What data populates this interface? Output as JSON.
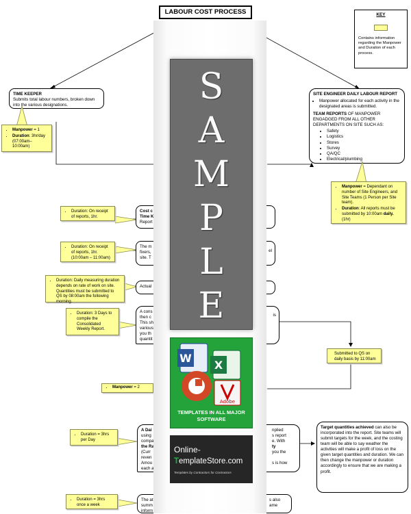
{
  "title": "LABOUR COST PROCESS",
  "key": {
    "heading": "KEY",
    "description": "Contains information regarding the Manpower and Duration of each process."
  },
  "time_keeper": {
    "heading": "TIME KEEPER",
    "text": "Submits total labour numbers, broken down into the various designations."
  },
  "tk_note": {
    "manpower_label": "Manpower",
    "manpower_value": " = 1",
    "duration_label": "Duration",
    "duration_value": ": 3hr/day (07:00am–10:00am)"
  },
  "site_engineer": {
    "heading": "SITE ENGINEER DAILY LABOUR REPORT",
    "bullet": "Manpower allocated for each activity in the designated areas is submitted.",
    "team_label": "TEAM REPORTS",
    "team_text": " OF MANPOWER ENGADGED FROM ALL OTHER DEPARTMENTS ON SITE SUCH AS:",
    "departments": [
      "Safety",
      "Logistics",
      "Stores",
      "Survey",
      "QA/QC",
      "Electrical/plumbing"
    ]
  },
  "se_note": {
    "manpower_label": "Manpower",
    "manpower_value": " = Dependant on number of Site Engineers, and Site Teams (1 Person per Site team).",
    "duration_label": "Duration",
    "duration_value": ": All reports must be submitted by 10:00am ",
    "daily": "daily.",
    "duration_tail": " (1hr)"
  },
  "notes": {
    "n1": "Duration: On receipt of reports, 1hr.",
    "n2": "Duration: On receipt of reports, 1hr. (10:00am – 11:00am)",
    "n3": "Duration: Daily measuring duration depends on rate of work on site. Quantities must be submitted to QS by 08:00am the following morning.",
    "n4": "Duration: 3 Days to compile the Consolidated Weekly Report.",
    "n5_label": "Manpower",
    "n5_value": " = 2",
    "n6": "Duration = 3hrs per Day",
    "n7": "Duration = 3hrs once a week",
    "submitted": "Submitted to QS on daily basis by 11:00am"
  },
  "partial": {
    "p1_a": "Cost c",
    "p1_b": "Time K",
    "p1_c": "Report",
    "p2_a": "The m",
    "p2_b": "fixers,",
    "p2_c": "site. T",
    "p2_r1": "el",
    "p3": "Actual",
    "p4_a": "A cons",
    "p4_b": "then c",
    "p4_c": "This sh",
    "p4_d": "various",
    "p4_e": "you th",
    "p4_f": "quantit",
    "p4_r1": "is",
    "p5_a": "A Dai",
    "p5_b": "using",
    "p5_c": "compa",
    "p5_d": "the Ra",
    "p5_e": "(Curr",
    "p5_f": "reven",
    "p5_g": "Amou",
    "p5_h": "each a",
    "p5_r1": "nplied",
    "p5_r2": "s report",
    "p5_r3": "e. With",
    "p5_r4": "ty",
    "p5_r5": "you the",
    "p5_r6": "s is how",
    "p6_a": "The at",
    "p6_b": "summ",
    "p6_c": "inform",
    "p6_r1": "s also",
    "p6_r2": "ame"
  },
  "target": {
    "bold": "Target quantities achieved",
    "text": " can also be incorporated into the report. Site teams will submit targets for the week, and the costing team will be able to say weather the activities will make a profit of loss on the given target quantities and duration. We can then change the manpower or duration accordingly to ensure that we are making a profit."
  },
  "watermark": {
    "letters": [
      "S",
      "A",
      "M",
      "P",
      "L",
      "E"
    ],
    "templates_caption": "TEMPLATES IN ALL MAJOR SOFTWARE",
    "word_letter": "W",
    "excel_letter": "X",
    "adobe_label": "Adobe",
    "store_line1": "Online-",
    "store_line2_a": "T",
    "store_line2_b": "emplateStore.com",
    "store_tagline": "Templates by Contractors for Contractors"
  }
}
